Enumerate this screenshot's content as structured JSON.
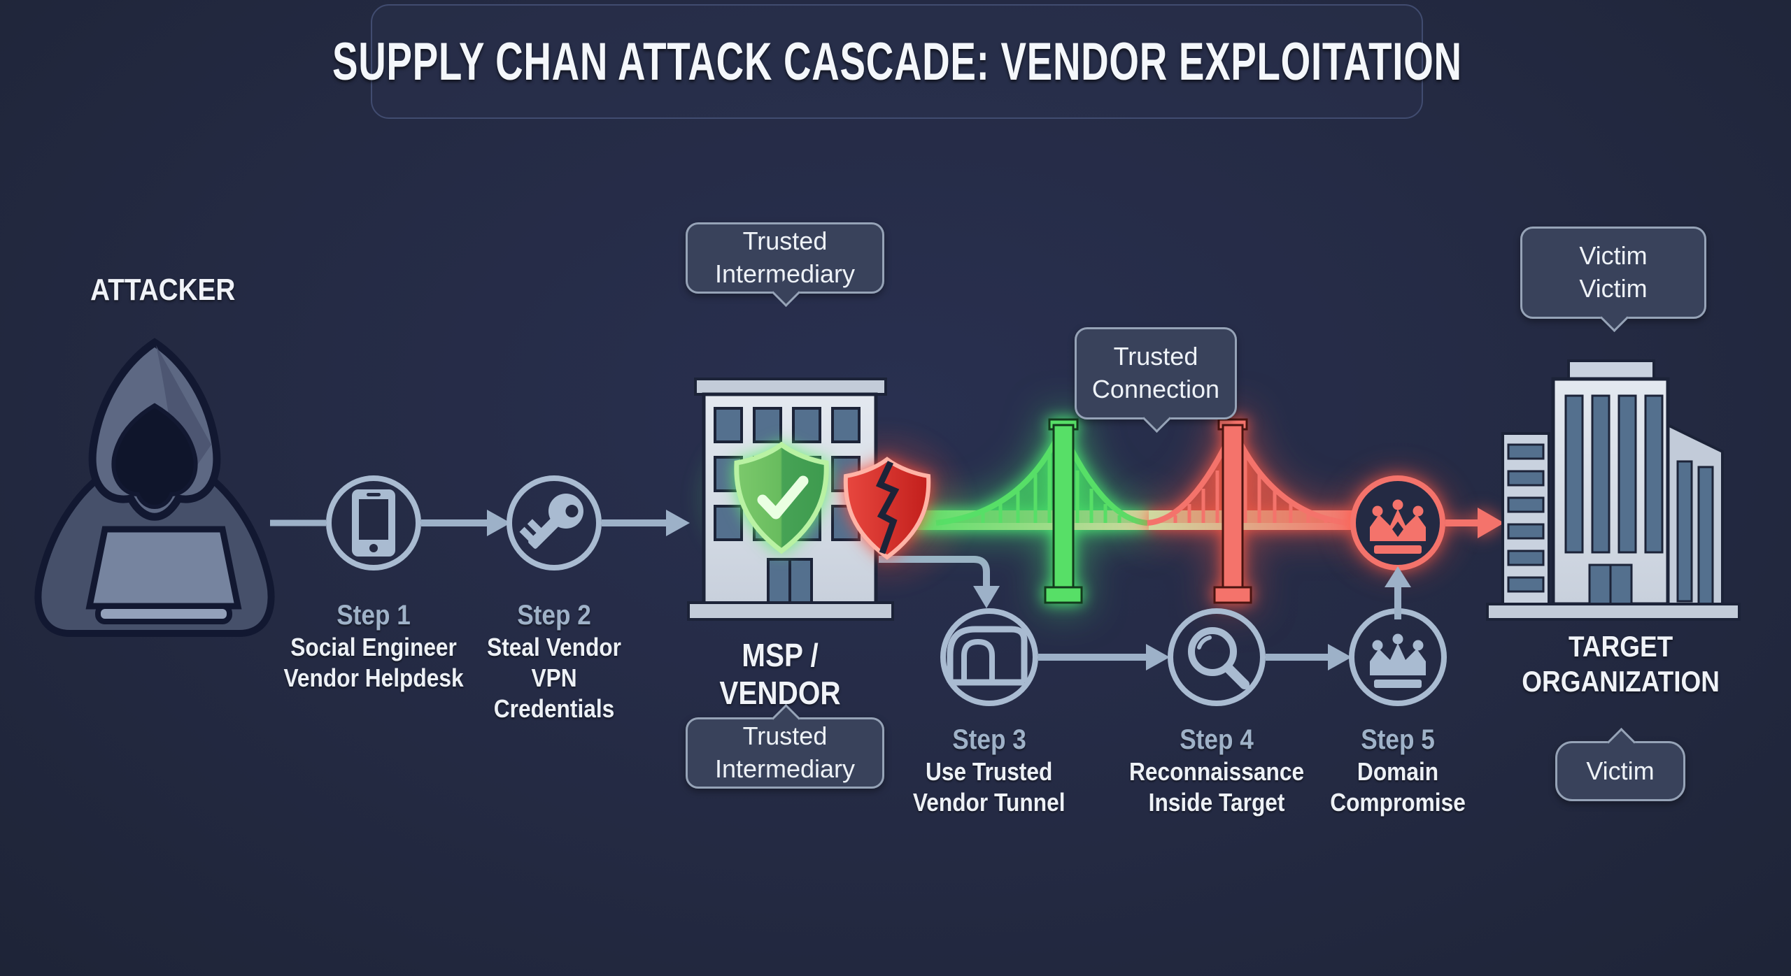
{
  "title": "SUPPLY CHAN ATTACK CASCADE: VENDOR EXPLOITATION",
  "attacker": {
    "label": "ATTACKER"
  },
  "vendor": {
    "label": "MSP / VENDOR"
  },
  "target": {
    "label": "TARGET\nORGANIZATION"
  },
  "bubbles": {
    "trusted_intermediary_top": "Trusted\nIntermediary",
    "trusted_intermediary_bottom": "Trusted\nIntermediary",
    "trusted_connection": "Trusted\nConnection",
    "victim_top": "Victim\nVictim",
    "victim_bottom": "Victim"
  },
  "steps": [
    {
      "label": "Step 1",
      "desc": "Social Engineer\nVendor Helpdesk"
    },
    {
      "label": "Step 2",
      "desc": "Steal Vendor\nVPN\nCredentials"
    },
    {
      "label": "Step 3",
      "desc": "Use Trusted\nVendor Tunnel"
    },
    {
      "label": "Step 4",
      "desc": "Reconnaissance\nInside Target"
    },
    {
      "label": "Step 5",
      "desc": "Domain\nCompromise"
    }
  ],
  "icons": {
    "step1": "phone-icon",
    "step2": "key-icon",
    "vendor_ok": "shield-check-icon",
    "vendor_broken": "broken-shield-icon",
    "connection": "bridge-icon",
    "step3": "tunnel-icon",
    "step4": "magnifier-icon",
    "step5": "crown-icon",
    "compromise": "crown-icon"
  },
  "colors": {
    "background": "#242a43",
    "steel": "#a9bbd1",
    "green": "#52d763",
    "red": "#f4736b",
    "white": "#eef2f6"
  }
}
